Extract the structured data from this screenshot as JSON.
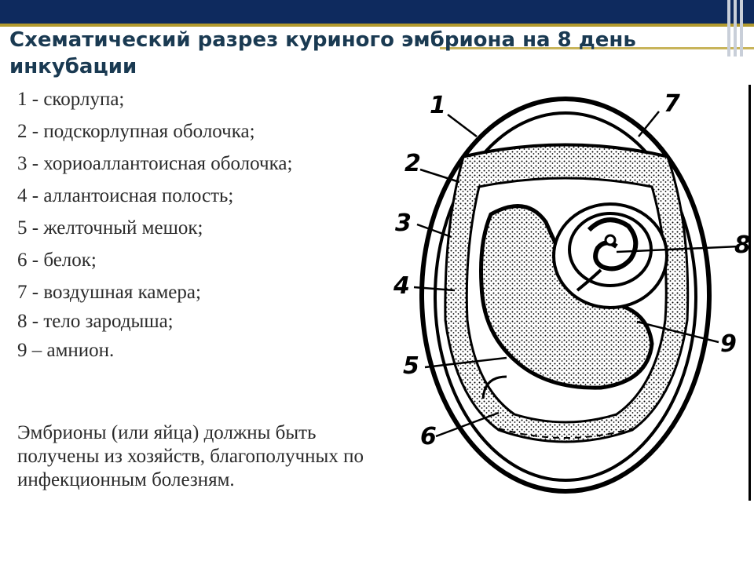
{
  "slide": {
    "title": "Схематический разрез куриного эмбриона на 8 день инкубации",
    "legend": [
      "1 - скорлупа;",
      "2 - подскорлупная оболочка;",
      "3 - хориоаллантоисная оболочка;",
      "4 - аллантоисная полость;",
      "5 - желточный мешок;",
      "6 - белок;",
      "7 - воздушная камера;",
      "8 - тело зародыша;",
      "9 – амнион."
    ],
    "note": "Эмбрионы (или яйца) должны быть получены из хозяйств, благополучных по инфекционным болезням."
  },
  "figure": {
    "labels": [
      "1",
      "2",
      "3",
      "4",
      "5",
      "6",
      "7",
      "8",
      "9"
    ]
  },
  "colors": {
    "header_bar": "#0e2a5e",
    "accent_gold": "#b29a2e",
    "title_text": "#1a3a52",
    "body_text": "#2b2b2b"
  }
}
